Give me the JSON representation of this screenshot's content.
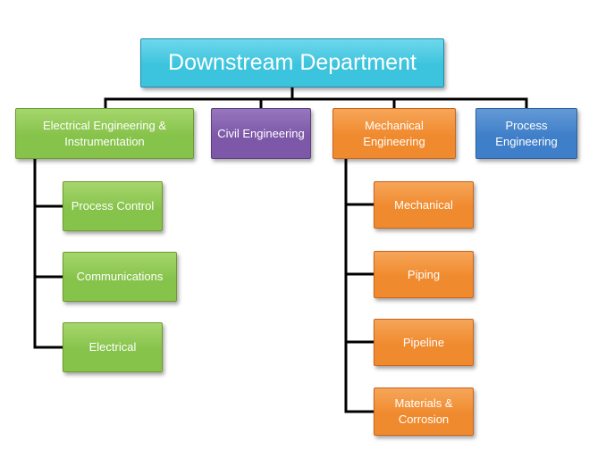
{
  "colors": {
    "root": "#3cc3dd",
    "root_light": "#6fd8ec",
    "green": "#86c34a",
    "green_light": "#a6d66d",
    "purple": "#7d58a8",
    "purple_light": "#9777bd",
    "orange": "#f08a2e",
    "orange_light": "#f6a659",
    "blue": "#3f7fc9",
    "blue_light": "#6399d6",
    "connector": "#000000"
  },
  "diagram": {
    "root": {
      "label": "Downstream Department"
    },
    "departments": [
      {
        "label": "Electrical Engineering & Instrumentation",
        "color": "green",
        "children": [
          {
            "label": "Process Control"
          },
          {
            "label": "Communications"
          },
          {
            "label": "Electrical"
          }
        ]
      },
      {
        "label": "Civil Engineering",
        "color": "purple",
        "children": []
      },
      {
        "label": "Mechanical Engineering",
        "color": "orange",
        "children": [
          {
            "label": "Mechanical"
          },
          {
            "label": "Piping"
          },
          {
            "label": "Pipeline"
          },
          {
            "label": "Materials & Corrosion"
          }
        ]
      },
      {
        "label": "Process Engineering",
        "color": "blue",
        "children": []
      }
    ]
  }
}
